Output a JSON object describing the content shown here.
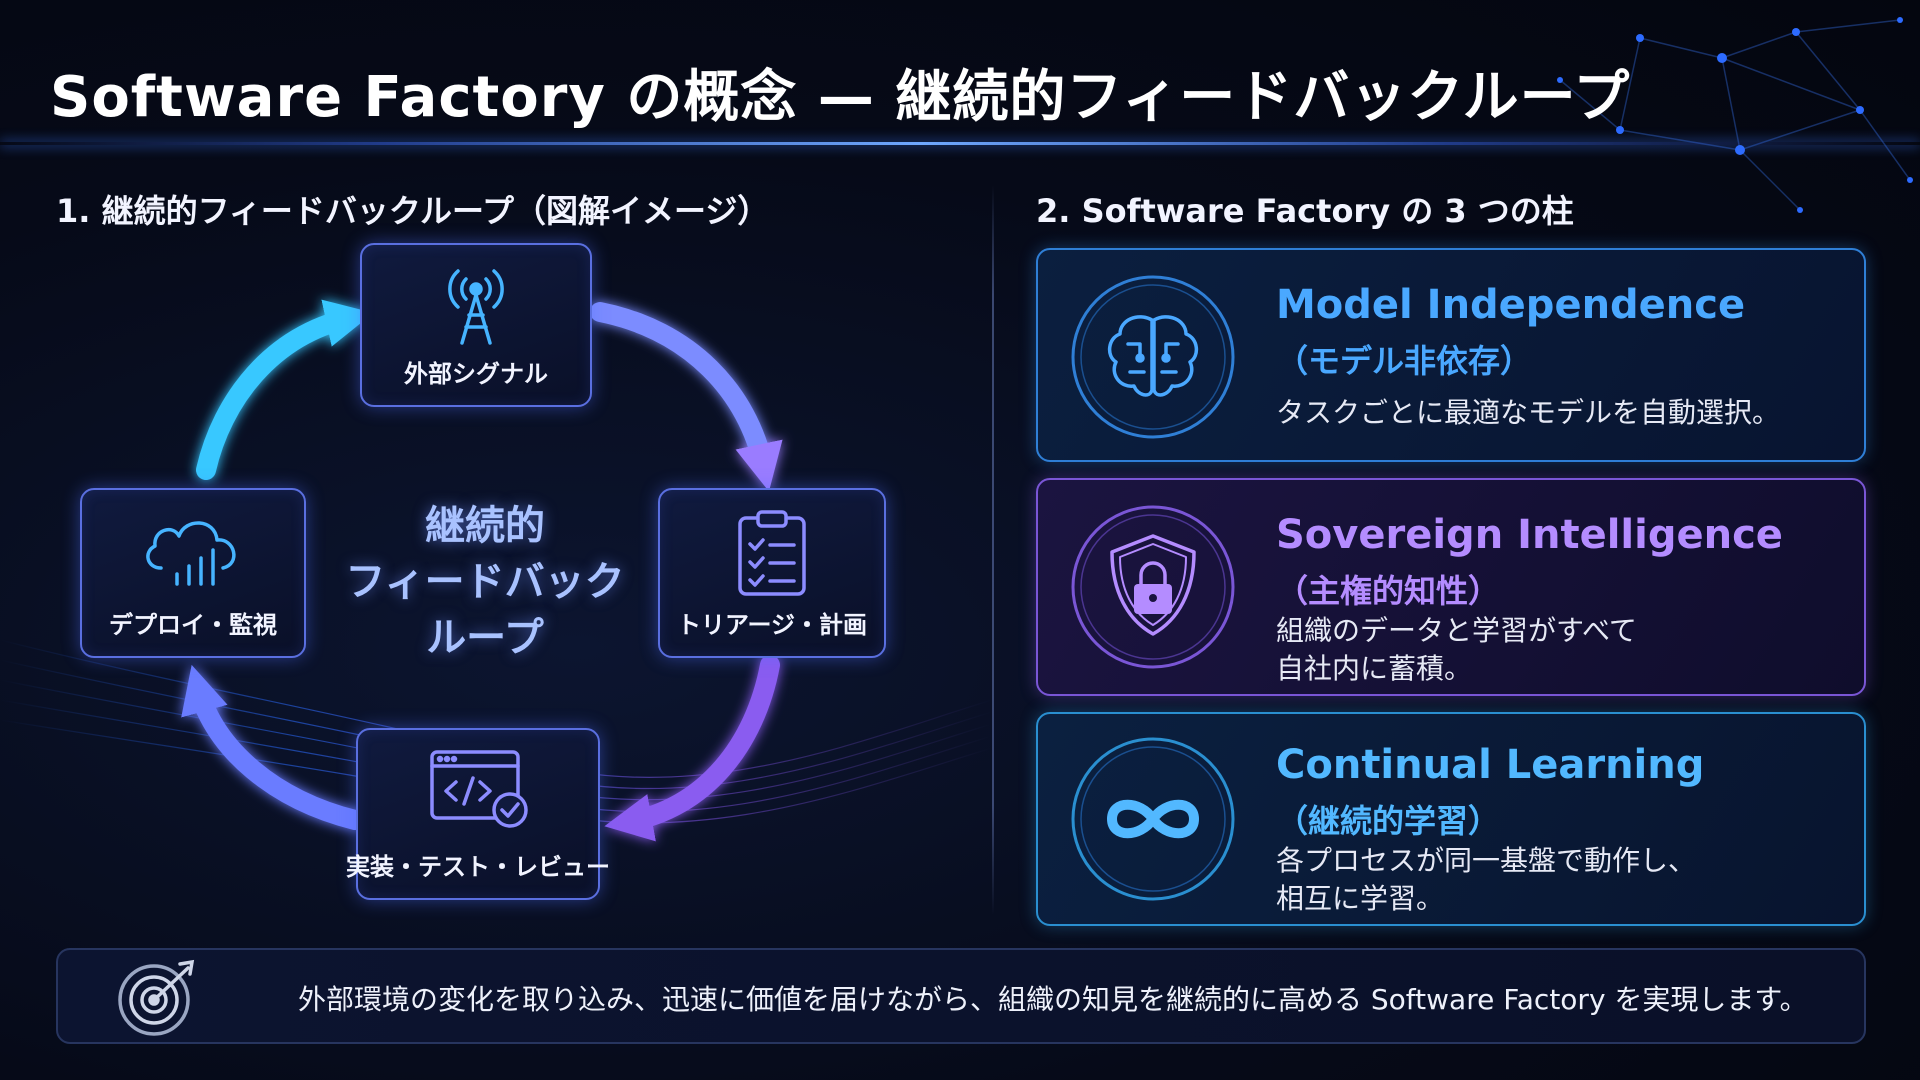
{
  "title": "Software Factory の概念 — 継続的フィードバックループ",
  "left_section": {
    "heading": "1. 継続的フィードバックループ（図解イメージ）",
    "center_label_lines": [
      "継続的",
      "フィードバック",
      "ループ"
    ],
    "nodes": [
      {
        "label": "外部シグナル",
        "icon": "signal-tower-icon"
      },
      {
        "label": "トリアージ・計画",
        "icon": "clipboard-checklist-icon"
      },
      {
        "label": "実装・テスト・レビュー",
        "icon": "code-window-check-icon"
      },
      {
        "label": "デプロイ・監視",
        "icon": "cloud-chart-icon"
      }
    ]
  },
  "right_section": {
    "heading": "2. Software Factory の 3 つの柱",
    "pillars": [
      {
        "title": "Model Independence",
        "subtitle": "（モデル非依存）",
        "desc_lines": [
          "タスクごとに最適なモデルを自動選択。"
        ],
        "icon": "brain-icon",
        "color": "#4aa8ff"
      },
      {
        "title": "Sovereign Intelligence",
        "subtitle": "（主権的知性）",
        "desc_lines": [
          "組織のデータと学習がすべて",
          "自社内に蓄積。"
        ],
        "icon": "shield-lock-icon",
        "color": "#b48cff"
      },
      {
        "title": "Continual Learning",
        "subtitle": "（継続的学習）",
        "desc_lines": [
          "各プロセスが同一基盤で動作し、",
          "相互に学習。"
        ],
        "icon": "infinity-icon",
        "color": "#52b8ff"
      }
    ]
  },
  "footer": {
    "text": "外部環境の変化を取り込み、迅速に価値を届けながら、組織の知見を継続的に高める Software Factory を実現します。",
    "icon": "target-icon"
  },
  "colors": {
    "accent_blue": "#4aa8ff",
    "accent_purple": "#b48cff",
    "accent_cyan": "#52b8ff",
    "background": "#060a18"
  }
}
